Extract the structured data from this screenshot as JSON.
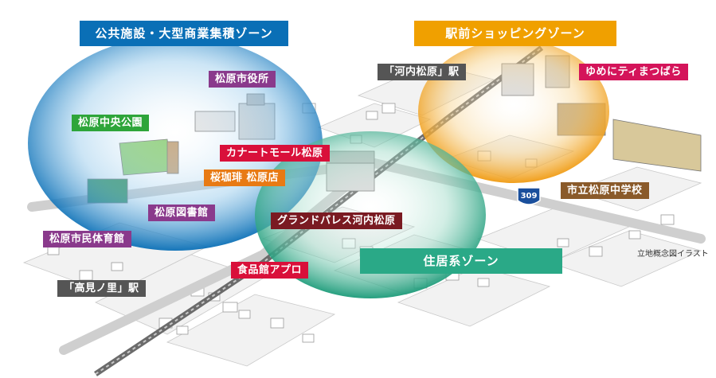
{
  "zones": {
    "public": {
      "label": "公共施設・大型商業集積ゾーン",
      "color": "#0a6fb6"
    },
    "station": {
      "label": "駅前ショッピングゾーン",
      "color": "#f0a000"
    },
    "residential": {
      "label": "住居系ゾーン",
      "color": "#2aa987"
    }
  },
  "labels": {
    "city_hall": "松原市役所",
    "central_park": "松原中央公園",
    "cana_mall": "カナートモール松原",
    "sakura_coffee": "桜珈琲 松原店",
    "library": "松原図書館",
    "gym": "松原市民体育館",
    "grand_palace": "グランドパレス河内松原",
    "food_apro": "食品館アプロ",
    "kawachi_station": "「河内松原」駅",
    "takami_station": "「高見ノ里」駅",
    "yumeni_city": "ゆめにティまつばら",
    "junior_high": "市立松原中学校"
  },
  "route": "309",
  "caption": "立地概念図イラスト",
  "colors": {
    "purple": "#8a3a8c",
    "green": "#2ea53a",
    "red": "#d9103a",
    "orange": "#e87a14",
    "darkred": "#7a1a22",
    "gray": "#555555",
    "brown": "#8a5a2a",
    "magenta": "#d4145a"
  }
}
